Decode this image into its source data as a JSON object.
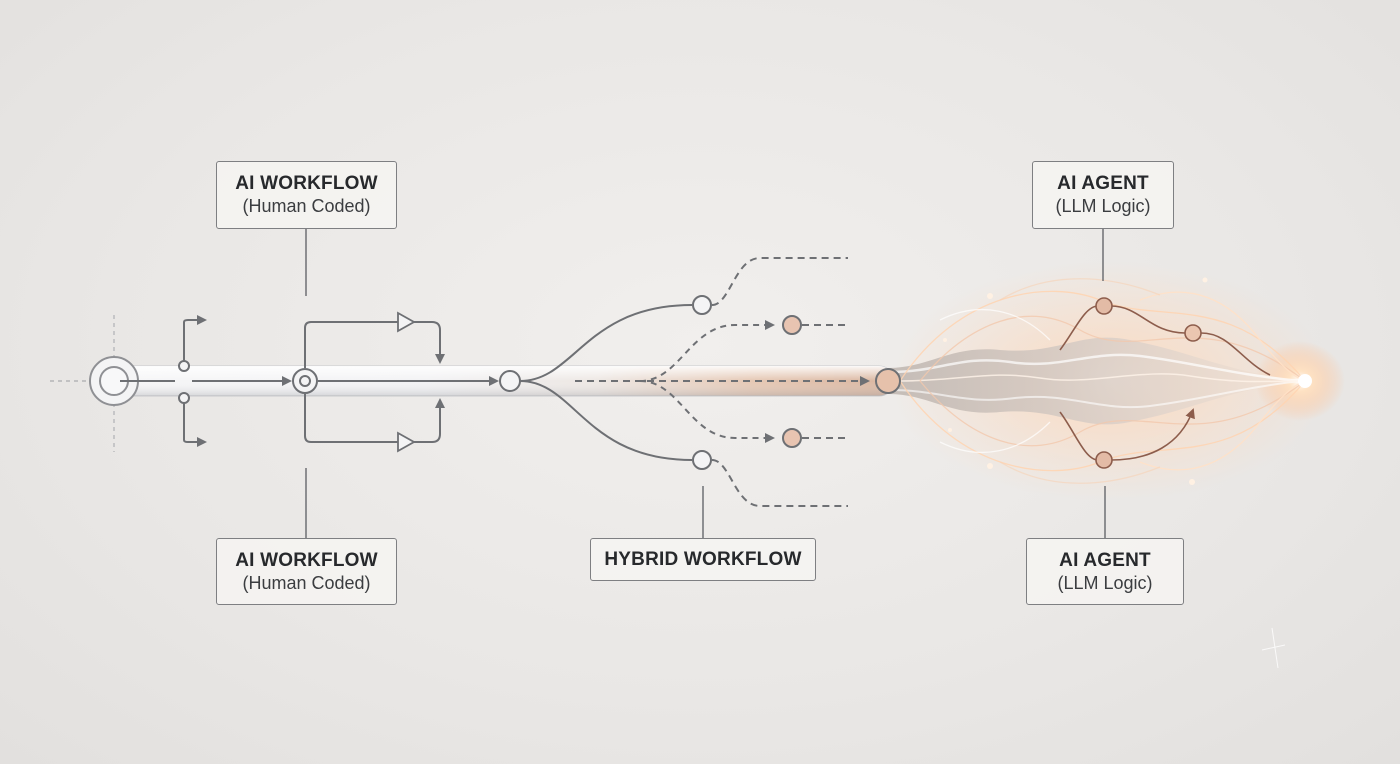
{
  "labels": {
    "workflow_top": {
      "title": "AI WORKFLOW",
      "subtitle": "(Human Coded)"
    },
    "workflow_bottom": {
      "title": "AI WORKFLOW",
      "subtitle": "(Human Coded)"
    },
    "hybrid": {
      "title": "HYBRID WORKFLOW"
    },
    "agent_top": {
      "title": "AI AGENT",
      "subtitle": "(LLM Logic)"
    },
    "agent_bottom": {
      "title": "AI AGENT",
      "subtitle": "(LLM Logic)"
    }
  },
  "colors": {
    "line": "#6e7074",
    "accent": "#c98f76",
    "glow": "#ffd9b8",
    "background": "#ecebe9"
  }
}
